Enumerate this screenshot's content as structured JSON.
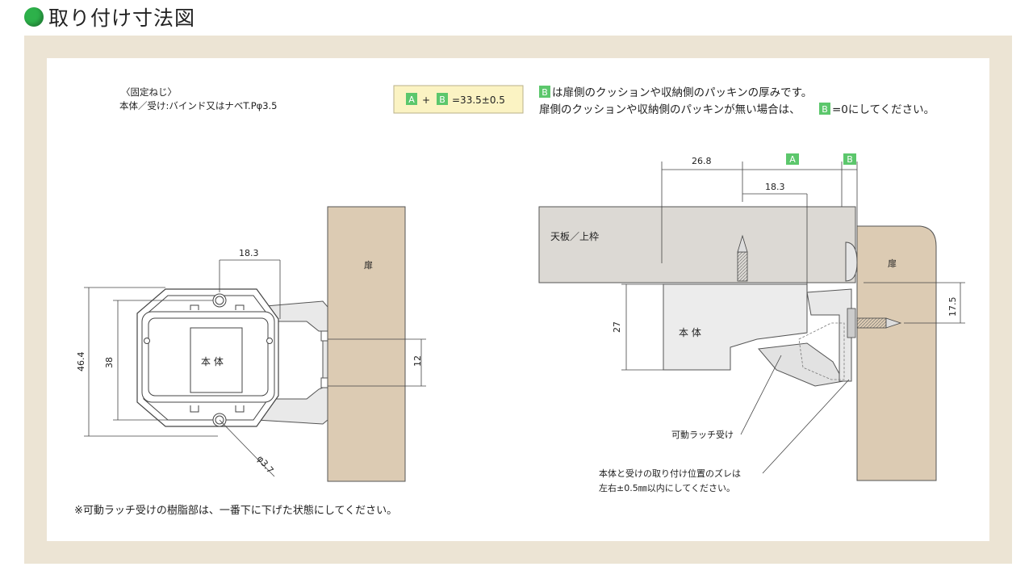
{
  "title": "取り付け寸法図",
  "colors": {
    "accent_green": "#2db14a",
    "badge_green": "#5cc76c",
    "frame": "#ece4d4",
    "door": "#dccbb3",
    "top": "#dcd9d4",
    "formula_bg": "#fbf3c3"
  },
  "screw_note": {
    "line1": "〈固定ねじ〉",
    "line2": "本体／受け:バインド又はナベT.Pφ3.5"
  },
  "formula": {
    "a": "A",
    "plus": "+",
    "b": "B",
    "rest": "=33.5±0.5"
  },
  "note_right": {
    "line1_badge": "B",
    "line1": "は扉側のクッションや収納側のパッキンの厚みです。",
    "line2_start": "扉側のクッションや収納側のパッキンが無い場合は、",
    "line2_badge": "B",
    "line2_end": "=0にしてください。"
  },
  "left_view": {
    "dim_top": "18.3",
    "dim_outer": "46.4",
    "dim_inner": "38",
    "dim_gap": "12",
    "dim_hole": "φ3.7",
    "body_label": "本 体",
    "door_label": "扉"
  },
  "right_view": {
    "dim_268": "26.8",
    "dim_a": "A",
    "dim_b": "B",
    "dim_183": "18.3",
    "dim_27": "27",
    "dim_175": "17.5",
    "top_label": "天板／上枠",
    "body_label": "本 体",
    "door_label": "扉",
    "latch_label": "可動ラッチ受け",
    "offset_line1": "本体と受けの取り付け位置のズレは",
    "offset_line2": "左右±0.5㎜以内にしてください。"
  },
  "bottom_note": "※可動ラッチ受けの樹脂部は、一番下に下げた状態にしてください。"
}
